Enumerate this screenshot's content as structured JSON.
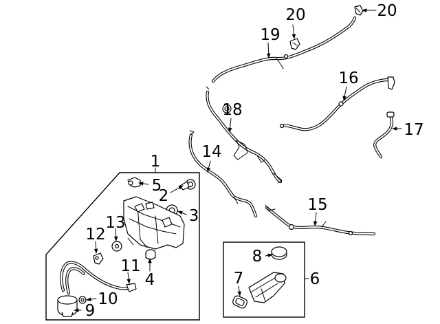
{
  "callouts": [
    {
      "id": "1",
      "label": "1"
    },
    {
      "id": "2",
      "label": "2"
    },
    {
      "id": "3",
      "label": "3"
    },
    {
      "id": "4",
      "label": "4"
    },
    {
      "id": "5",
      "label": "5"
    },
    {
      "id": "6",
      "label": "6"
    },
    {
      "id": "7",
      "label": "7"
    },
    {
      "id": "8",
      "label": "8"
    },
    {
      "id": "9",
      "label": "9"
    },
    {
      "id": "10",
      "label": "10"
    },
    {
      "id": "11",
      "label": "11"
    },
    {
      "id": "12",
      "label": "12"
    },
    {
      "id": "13",
      "label": "13"
    },
    {
      "id": "14",
      "label": "14"
    },
    {
      "id": "15",
      "label": "15"
    },
    {
      "id": "16",
      "label": "16"
    },
    {
      "id": "17",
      "label": "17"
    },
    {
      "id": "18",
      "label": "18"
    },
    {
      "id": "19",
      "label": "19"
    },
    {
      "id": "20a",
      "label": "20"
    },
    {
      "id": "20b",
      "label": "20"
    }
  ]
}
